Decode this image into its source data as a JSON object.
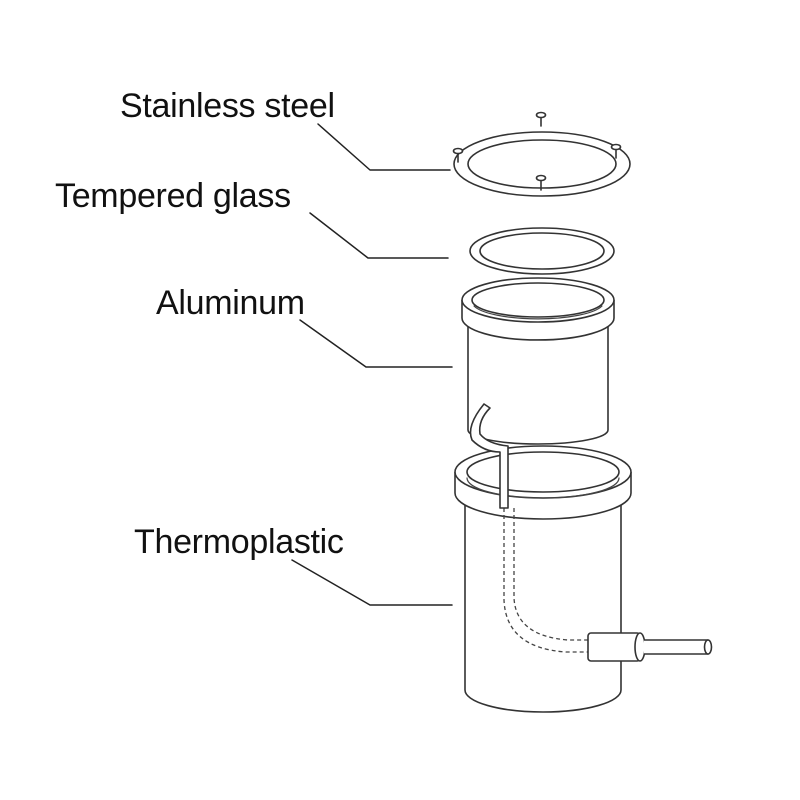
{
  "diagram": {
    "labels": {
      "stainless_steel": "Stainless steel",
      "tempered_glass": "Tempered glass",
      "aluminum": "Aluminum",
      "thermoplastic": "Thermoplastic"
    },
    "line_color": "#333333",
    "background": "#ffffff"
  }
}
